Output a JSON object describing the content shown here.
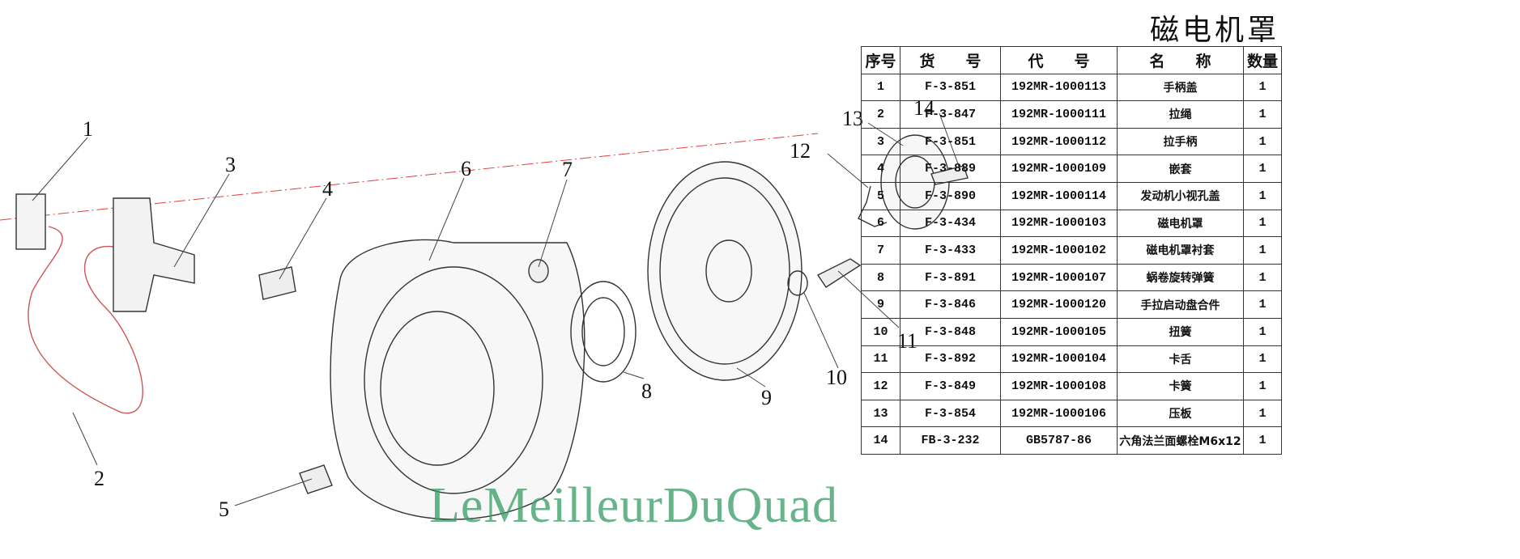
{
  "title": "磁电机罩",
  "table": {
    "headers": [
      "序号",
      "货　　号",
      "代　　号",
      "名　　称",
      "数量"
    ],
    "rows": [
      [
        "1",
        "F-3-851",
        "192MR-1000113",
        "手柄盖",
        "1"
      ],
      [
        "2",
        "F-3-847",
        "192MR-1000111",
        "拉绳",
        "1"
      ],
      [
        "3",
        "F-3-851",
        "192MR-1000112",
        "拉手柄",
        "1"
      ],
      [
        "4",
        "F-3-889",
        "192MR-1000109",
        "嵌套",
        "1"
      ],
      [
        "5",
        "F-3-890",
        "192MR-1000114",
        "发动机小视孔盖",
        "1"
      ],
      [
        "6",
        "F-3-434",
        "192MR-1000103",
        "磁电机罩",
        "1"
      ],
      [
        "7",
        "F-3-433",
        "192MR-1000102",
        "磁电机罩衬套",
        "1"
      ],
      [
        "8",
        "F-3-891",
        "192MR-1000107",
        "蜗卷旋转弹簧",
        "1"
      ],
      [
        "9",
        "F-3-846",
        "192MR-1000120",
        "手拉启动盘合件",
        "1"
      ],
      [
        "10",
        "F-3-848",
        "192MR-1000105",
        "扭簧",
        "1"
      ],
      [
        "11",
        "F-3-892",
        "192MR-1000104",
        "卡舌",
        "1"
      ],
      [
        "12",
        "F-3-849",
        "192MR-1000108",
        "卡簧",
        "1"
      ],
      [
        "13",
        "F-3-854",
        "192MR-1000106",
        "压板",
        "1"
      ],
      [
        "14",
        "FB-3-232",
        "GB5787-86",
        "六角法兰面螺栓M6x12",
        "1"
      ]
    ]
  },
  "callouts": [
    "1",
    "2",
    "3",
    "4",
    "5",
    "6",
    "7",
    "8",
    "9",
    "10",
    "11",
    "12",
    "13",
    "14"
  ],
  "watermark": "LeMeilleurDuQuad",
  "colors": {
    "axis_line": "#e04040",
    "watermark": "#3d9e6a"
  }
}
